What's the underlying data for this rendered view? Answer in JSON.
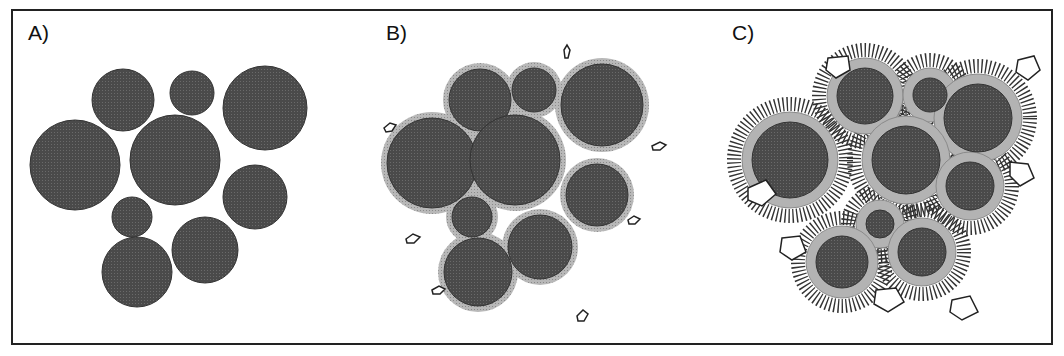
{
  "diagram": {
    "labels": [
      "A)",
      "B)",
      "C)"
    ]
  }
}
